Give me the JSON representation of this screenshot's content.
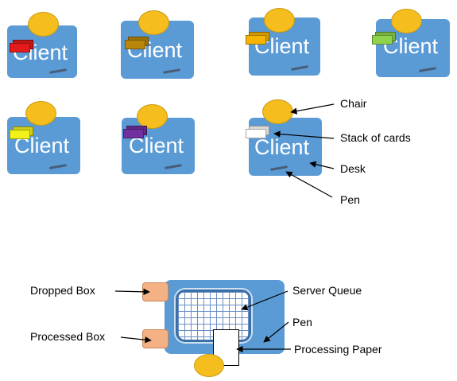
{
  "colors": {
    "desk": "#5b9bd5",
    "chair": "#f5be1e",
    "box": "#f4b183",
    "queue_border": "#3a6fa8"
  },
  "client_desks": [
    {
      "label": "Client",
      "card_color": "#e31b1b"
    },
    {
      "label": "Client",
      "card_color": "#b8860b"
    },
    {
      "label": "Client",
      "card_color": "#f5b400"
    },
    {
      "label": "Client",
      "card_color": "#8ed34a"
    },
    {
      "label": "Client",
      "card_color": "#f2f21a"
    },
    {
      "label": "Client",
      "card_color": "#7030a0"
    },
    {
      "label": "Client",
      "card_color": "#ffffff"
    }
  ],
  "client_annotations": {
    "chair": "Chair",
    "stack_of_cards": "Stack of cards",
    "desk": "Desk",
    "pen": "Pen"
  },
  "server_annotations": {
    "dropped_box": "Dropped Box",
    "processed_box": "Processed Box",
    "server_queue": "Server Queue",
    "pen": "Pen",
    "processing_paper": "Processing  Paper"
  }
}
